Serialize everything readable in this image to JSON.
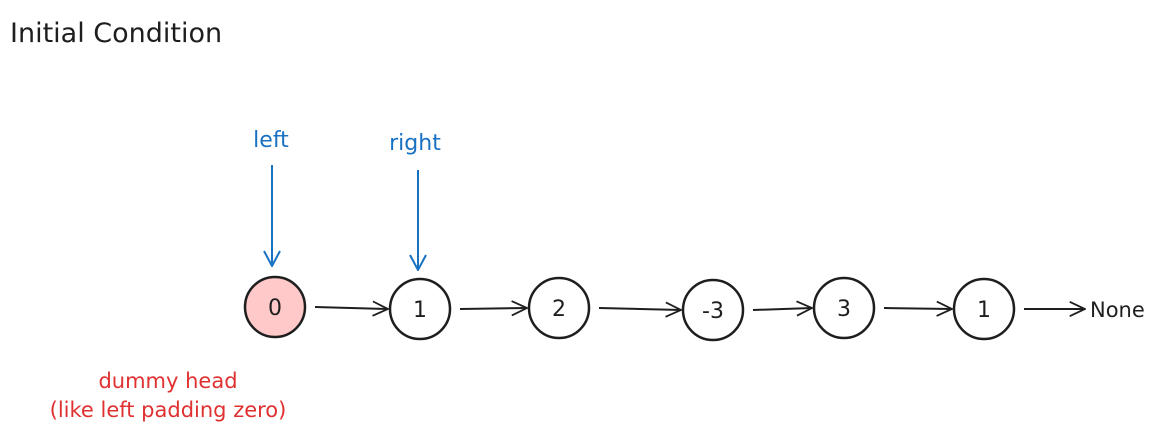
{
  "title": "Initial Condition",
  "pointers": {
    "left": "left",
    "right": "right"
  },
  "nodes": [
    {
      "label": "0",
      "highlight": true
    },
    {
      "label": "1",
      "highlight": false
    },
    {
      "label": "2",
      "highlight": false
    },
    {
      "label": "-3",
      "highlight": false
    },
    {
      "label": "3",
      "highlight": false
    },
    {
      "label": "1",
      "highlight": false
    }
  ],
  "terminal": "None",
  "annotation": {
    "line1": "dummy head",
    "line2": "(like left padding zero)"
  },
  "colors": {
    "pointer": "#1971c2",
    "annotation": "#e03131",
    "dummy_fill": "#ffc9c9",
    "stroke": "#1e1e1e"
  }
}
